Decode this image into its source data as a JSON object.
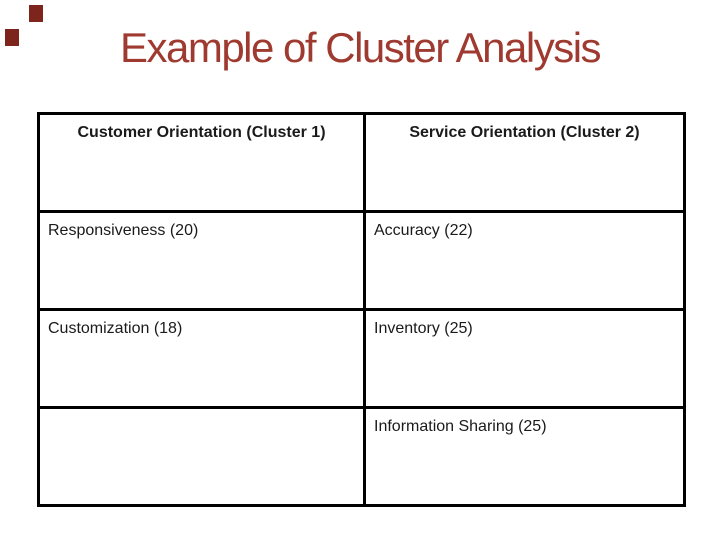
{
  "theme": {
    "title_color": "#9E3A30",
    "decor_square_color": "#7D241C",
    "border_color": "#000000",
    "body_text_color": "#1a1a1a"
  },
  "slide": {
    "title": "Example of Cluster Analysis"
  },
  "table": {
    "headers": {
      "col1": "Customer Orientation (Cluster 1)",
      "col2": "Service Orientation (Cluster 2)"
    },
    "rows": [
      {
        "col1": "Responsiveness (20)",
        "col2": "Accuracy (22)"
      },
      {
        "col1": "Customization (18)",
        "col2": "Inventory (25)"
      },
      {
        "col1": "",
        "col2": "Information Sharing (25)"
      }
    ]
  }
}
